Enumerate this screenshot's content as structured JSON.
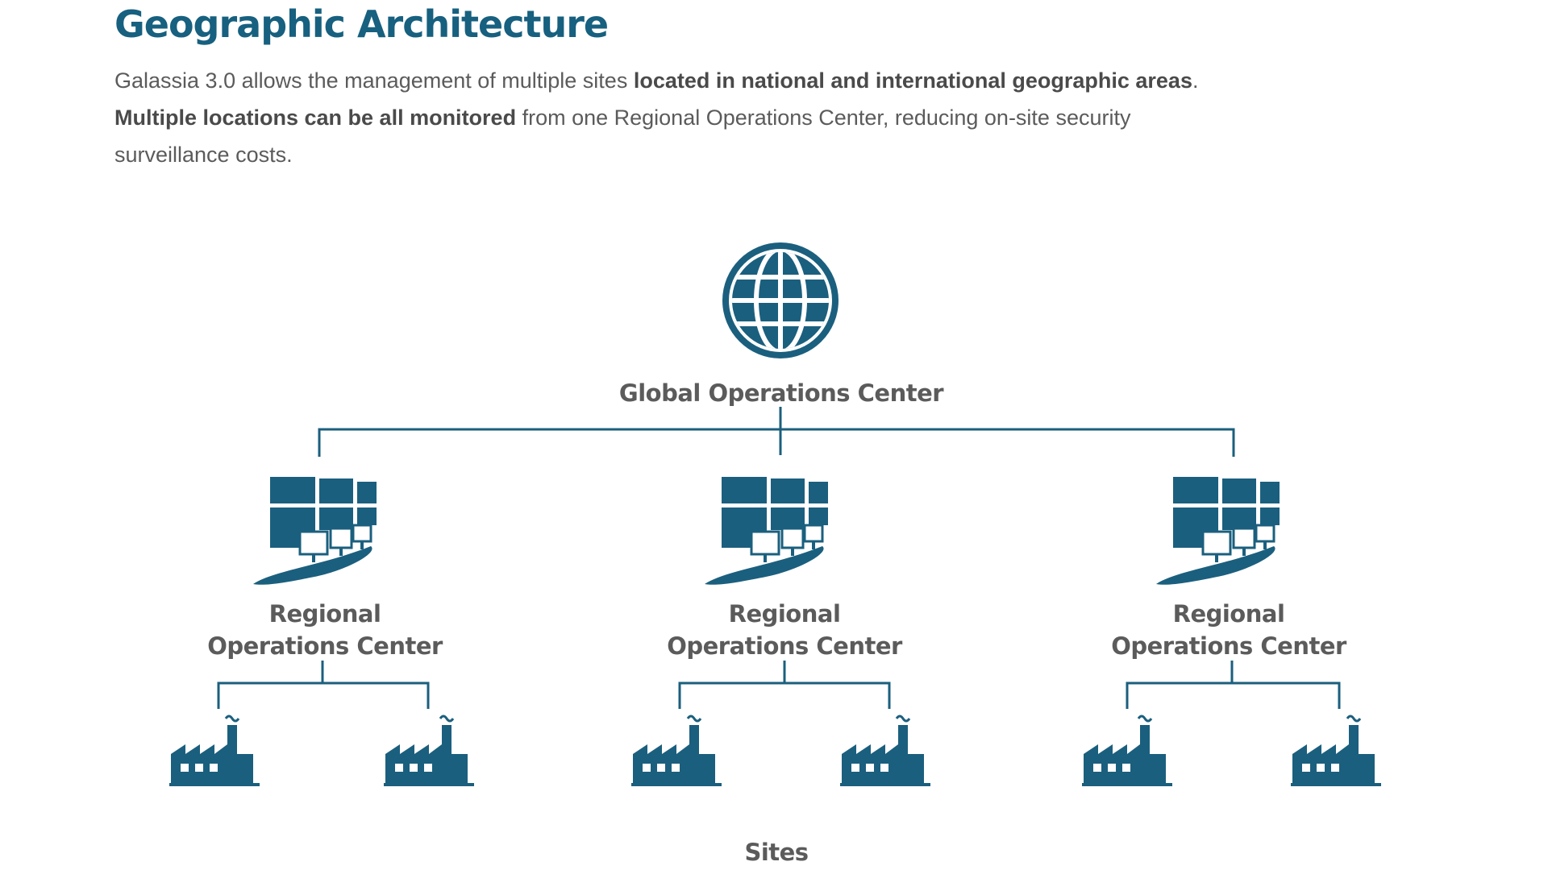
{
  "title": "Geographic Architecture",
  "intro": {
    "line1_plain": "Galassia 3.0 allows the management of multiple sites ",
    "line1_bold": "located in national and international geographic areas",
    "line1_end": ".",
    "line2_bold": "Multiple locations can be all monitored",
    "line2_plain": " from one Regional Operations Center, reducing on-site security",
    "line3_plain": "surveillance costs."
  },
  "diagram": {
    "global": {
      "label": "Global Operations Center",
      "icon": "globe-icon"
    },
    "regional": [
      {
        "label_line1": "Regional",
        "label_line2": "Operations Center",
        "icon": "control-room-icon"
      },
      {
        "label_line1": "Regional",
        "label_line2": "Operations Center",
        "icon": "control-room-icon"
      },
      {
        "label_line1": "Regional",
        "label_line2": "Operations Center",
        "icon": "control-room-icon"
      }
    ],
    "sites_icon": "factory-icon",
    "sites_label": "Sites",
    "colors": {
      "primary": "#1b5f7e",
      "text": "#5b5b5b"
    }
  }
}
